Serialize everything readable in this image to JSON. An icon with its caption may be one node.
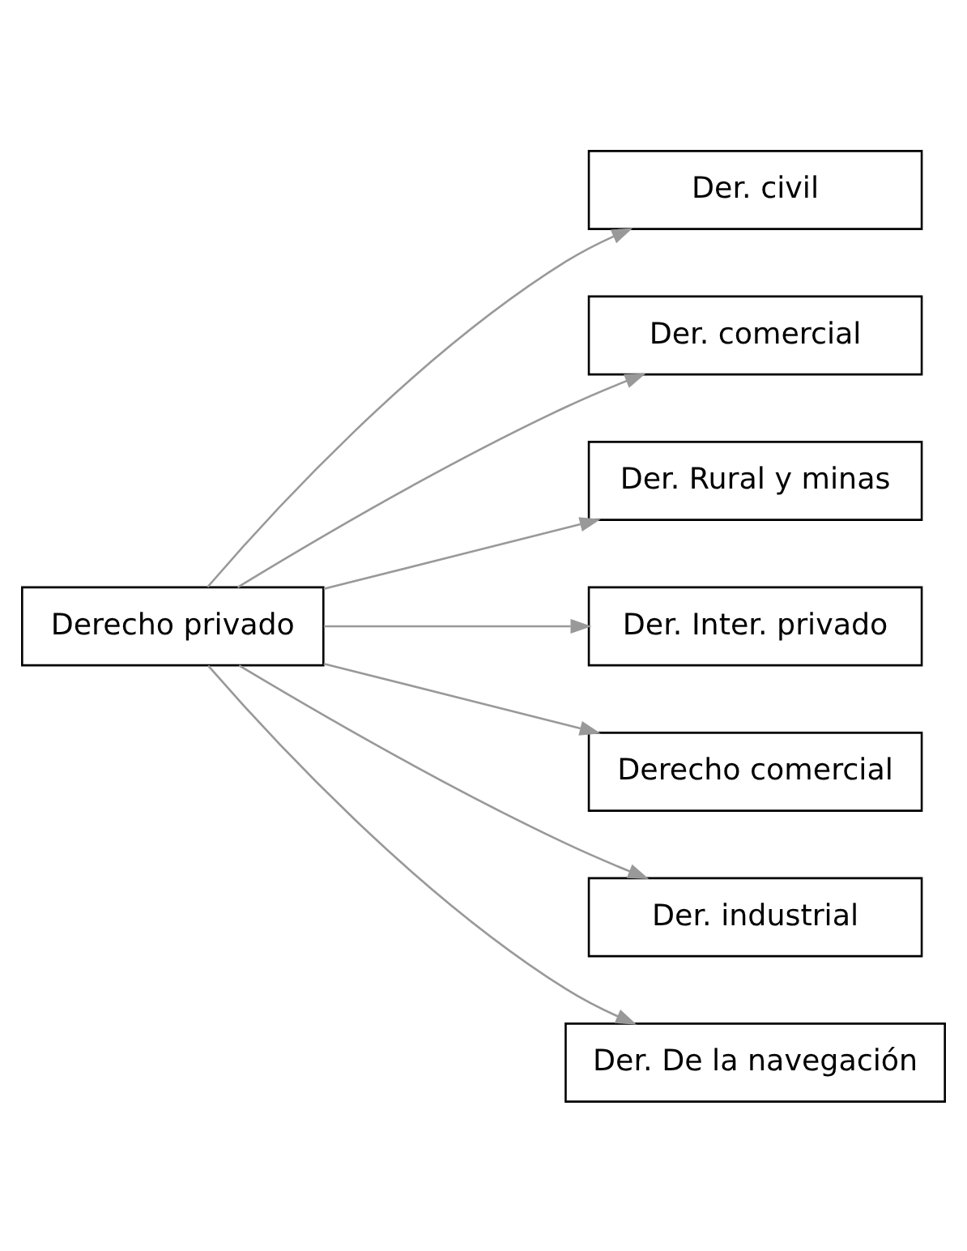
{
  "diagram": {
    "nodes": [
      {
        "text": [
          "Derecho privado"
        ]
      },
      {
        "text": [
          "Der. civil"
        ]
      },
      {
        "text": [
          "Der. comercial"
        ]
      },
      {
        "text": [
          "Der. Rural y minas"
        ]
      },
      {
        "text": [
          "Der. Inter. privado"
        ]
      },
      {
        "text": [
          "Derecho comercial"
        ]
      },
      {
        "text": [
          "Der. industrial"
        ]
      },
      {
        "text": [
          "Der. De la navegación"
        ]
      }
    ],
    "edges": [
      {
        "from": 0,
        "to": 1,
        "arrow": "to"
      },
      {
        "from": 0,
        "to": 2,
        "arrow": "to"
      },
      {
        "from": 0,
        "to": 3,
        "arrow": "to"
      },
      {
        "from": 0,
        "to": 4,
        "arrow": "to"
      },
      {
        "from": 0,
        "to": 5,
        "arrow": "to"
      },
      {
        "from": 0,
        "to": 6,
        "arrow": "to"
      },
      {
        "from": 0,
        "to": 7,
        "arrow": "to"
      }
    ]
  }
}
